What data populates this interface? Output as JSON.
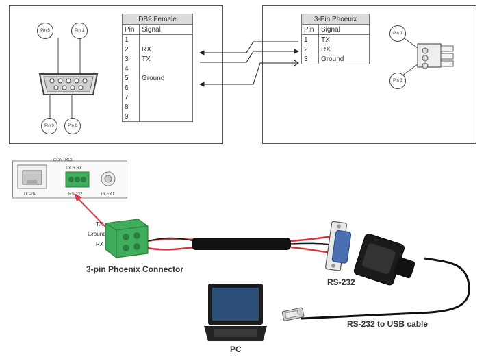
{
  "db9": {
    "title": "DB9 Female",
    "col_pin": "Pin",
    "col_signal": "Signal",
    "rows": [
      {
        "pin": "1",
        "signal": ""
      },
      {
        "pin": "2",
        "signal": "RX"
      },
      {
        "pin": "3",
        "signal": "TX"
      },
      {
        "pin": "4",
        "signal": ""
      },
      {
        "pin": "5",
        "signal": "Ground"
      },
      {
        "pin": "6",
        "signal": ""
      },
      {
        "pin": "7",
        "signal": ""
      },
      {
        "pin": "8",
        "signal": ""
      },
      {
        "pin": "9",
        "signal": ""
      }
    ],
    "callouts": {
      "pin5": "Pin 5",
      "pin1": "Pin 1",
      "pin9": "Pin 9",
      "pin6": "Pin 6"
    }
  },
  "phoenix": {
    "title": "3-Pin Phoenix",
    "col_pin": "Pin",
    "col_signal": "Signal",
    "rows": [
      {
        "pin": "1",
        "signal": "TX"
      },
      {
        "pin": "2",
        "signal": "RX"
      },
      {
        "pin": "3",
        "signal": "Ground"
      }
    ],
    "callouts": {
      "pin1": "Pin 1",
      "pin3": "Pin 3"
    }
  },
  "device_panel": {
    "section": "CONTROL",
    "tcpip": "TCP/IP",
    "rs232": "RS-232",
    "irext": "IR EXT",
    "pin_labels": "TX  R  RX"
  },
  "connector": {
    "tx": "TX",
    "ground": "Ground",
    "rx": "RX"
  },
  "labels": {
    "phoenix_connector": "3-pin Phoenix Connector",
    "rs232": "RS-232",
    "usb_cable": "RS-232 to USB cable",
    "pc": "PC"
  },
  "colors": {
    "connector_green": "#3fae5a",
    "arrow_red": "#d93a4a",
    "wire_red": "#d8323a",
    "db9_blue": "#4a6fb0",
    "cable_black": "#111111"
  }
}
